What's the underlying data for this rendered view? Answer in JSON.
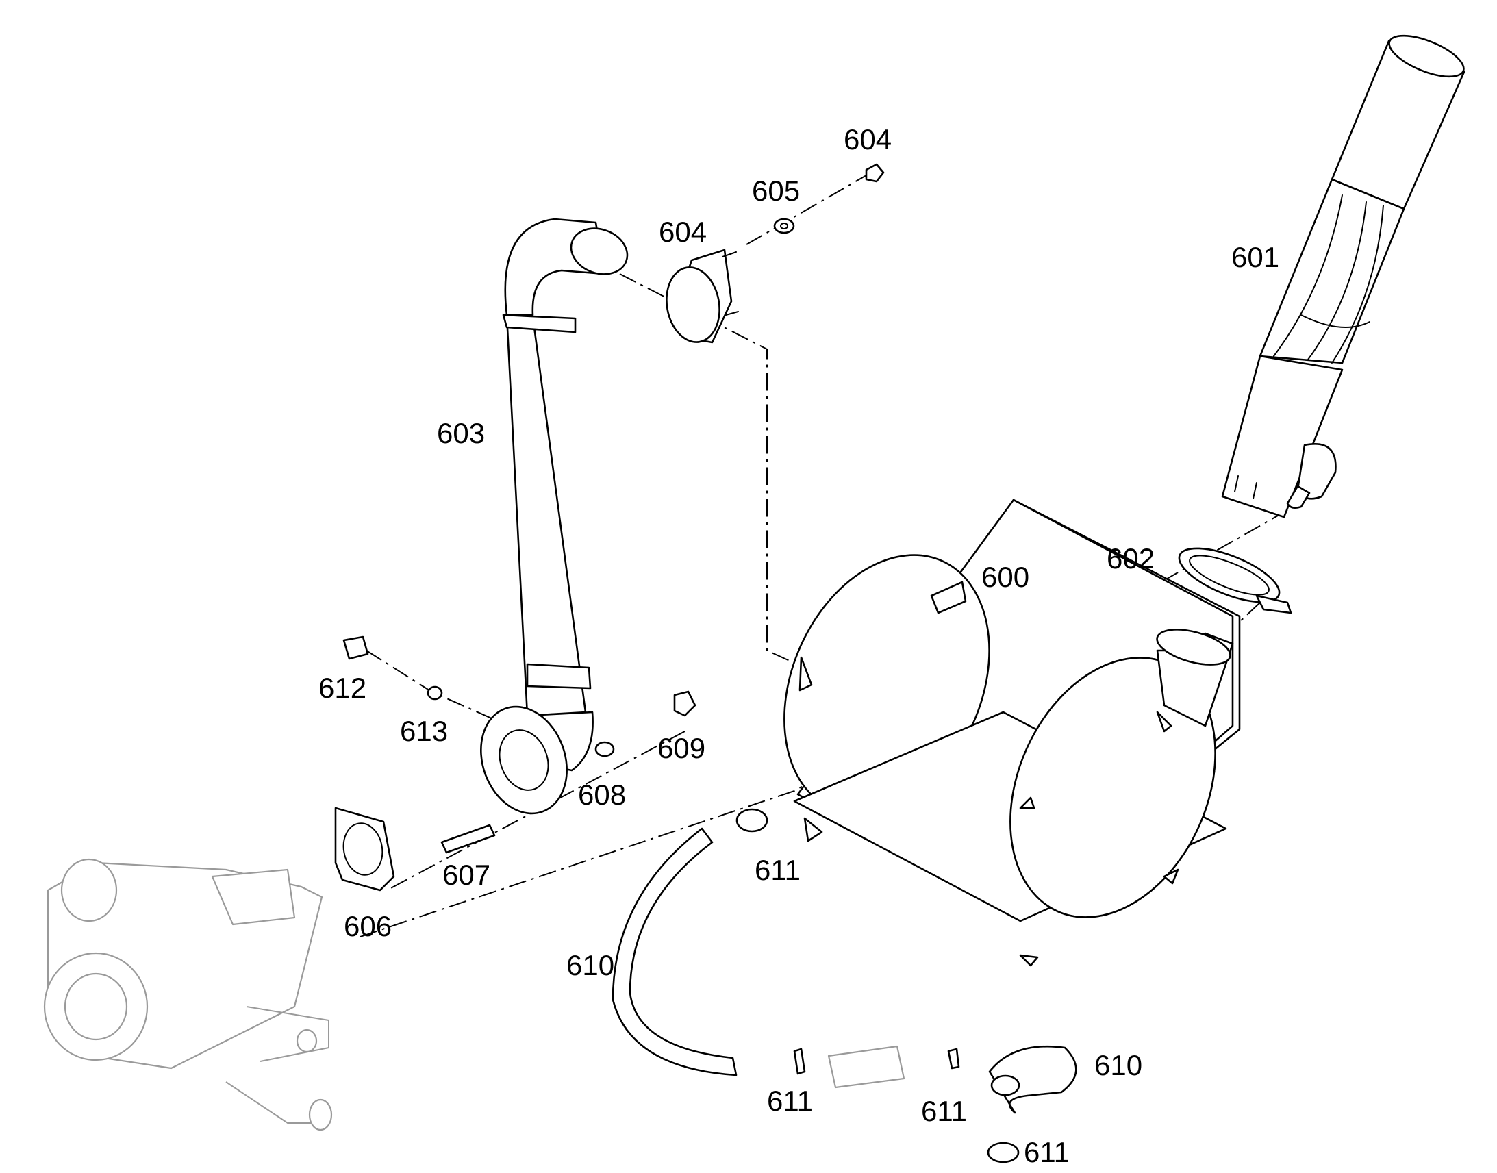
{
  "diagram": {
    "labels": {
      "p600": "600",
      "p601": "601",
      "p602": "602",
      "p603": "603",
      "p604a": "604",
      "p604b": "604",
      "p605": "605",
      "p606": "606",
      "p607": "607",
      "p608": "608",
      "p609": "609",
      "p610a": "610",
      "p610b": "610",
      "p611a": "611",
      "p611b": "611",
      "p611c": "611",
      "p611d": "611",
      "p612": "612",
      "p613": "613"
    }
  }
}
